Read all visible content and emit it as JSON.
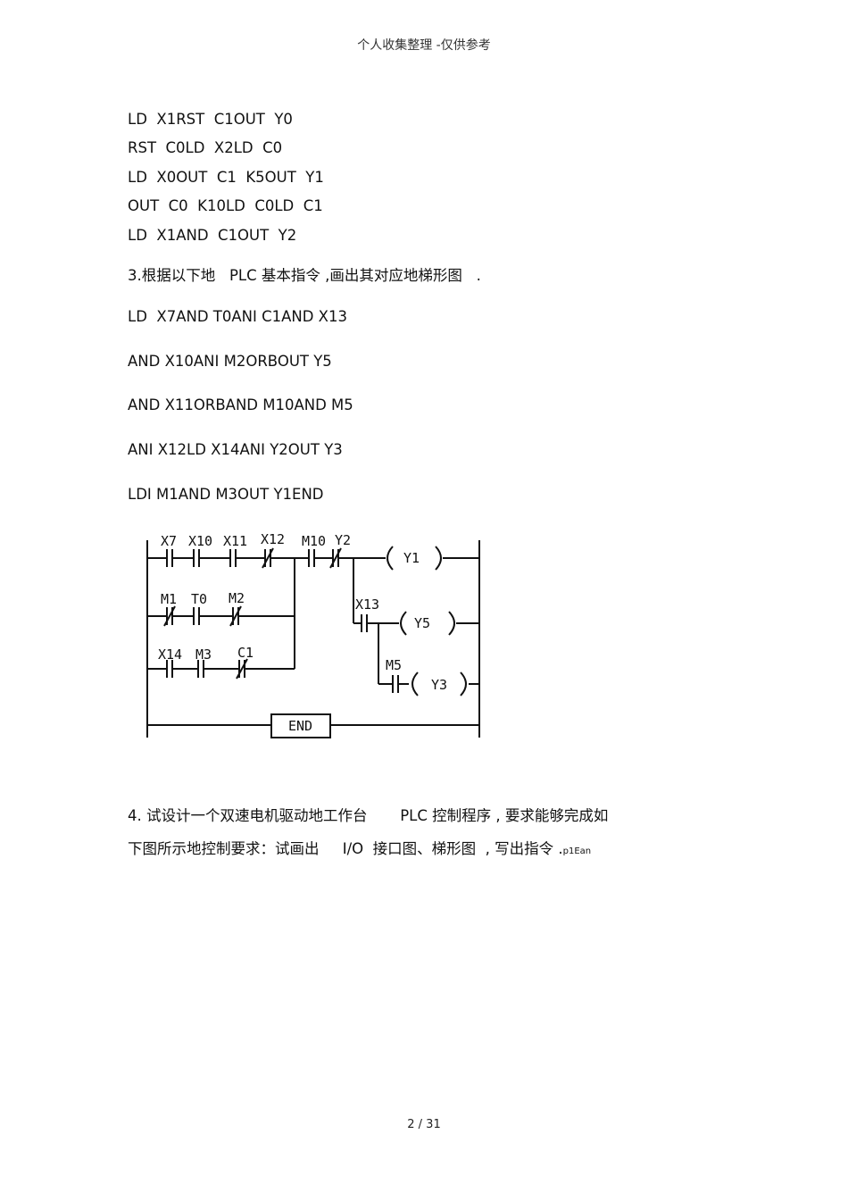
{
  "header": "个人收集整理  -仅供参考",
  "lines_block1": [
    "LD  X1RST  C1OUT  Y0",
    "RST  C0LD  X2LD  C0",
    "LD  X0OUT  C1  K5OUT  Y1",
    "OUT  C0  K10LD  C0LD  C1",
    "LD  X1AND  C1OUT  Y2"
  ],
  "q3": "3.根据以下地   PLC 基本指令 ,画出其对应地梯形图   .",
  "lines_block2": [
    "LD  X7AND T0ANI C1AND X13",
    "AND X10ANI M2ORBOUT Y5",
    "AND X11ORBAND M10AND M5",
    "ANI X12LD X14ANI Y2OUT Y3",
    "LDI M1AND M3OUT Y1END"
  ],
  "ladder": {
    "labels": {
      "x7": "X7",
      "x10": "X10",
      "x11": "X11",
      "x12": "X12",
      "m10": "M10",
      "y2": "Y2",
      "m1": "M1",
      "t0": "T0",
      "m2": "M2",
      "x14": "X14",
      "m3": "M3",
      "c1": "C1",
      "x13": "X13",
      "m5": "M5",
      "y1": "Y1",
      "y5": "Y5",
      "y3": "Y3",
      "end": "END"
    }
  },
  "q4_line1": "4. 试设计一个双速电机驱动地工作台       PLC 控制程序 , 要求能够完成如",
  "q4_line2_main": "下图所示地控制要求：试画出     I/O  接口图、梯形图  , 写出指令 .",
  "q4_line2_small": "p1Ean",
  "page_number": "2 / 31"
}
